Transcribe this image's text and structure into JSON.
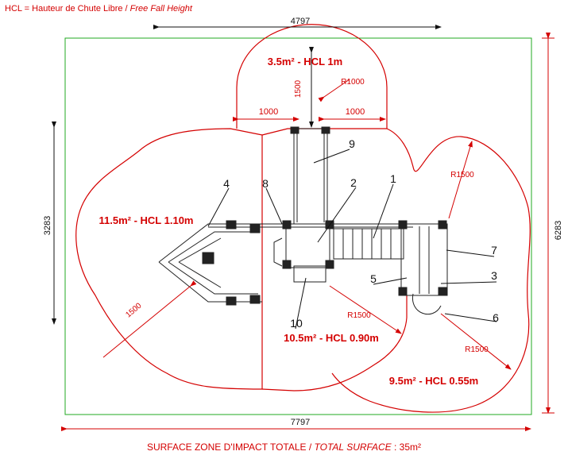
{
  "caption": {
    "fr": "HCL = Hauteur de Chute Libre / ",
    "en": "Free Fall Height"
  },
  "footer": {
    "fr": "SURFACE ZONE D'IMPACT TOTALE / ",
    "en": "TOTAL SURFACE",
    "value": " : 35m²"
  },
  "dimensions": {
    "top_width": "4797",
    "overall_width": "7797",
    "left_height": "3283",
    "right_height": "6283",
    "top_height": "1500",
    "left_offset": "1000",
    "right_offset": "1000",
    "r_top": "R1000",
    "r_right_top": "R1500",
    "r_center": "R1500",
    "r_right_bottom": "R1500",
    "left_radius": "1500"
  },
  "zones": {
    "top": "3.5m² - HCL 1m",
    "left": "11.5m² - HCL 1.10m",
    "center": "10.5m² - HCL 0.90m",
    "right": "9.5m² - HCL 0.55m"
  },
  "callouts": [
    "1",
    "2",
    "3",
    "4",
    "5",
    "6",
    "7",
    "8",
    "9",
    "10"
  ],
  "colors": {
    "zone": "#d40000",
    "frame": "#22aa22",
    "structure": "#222222"
  }
}
